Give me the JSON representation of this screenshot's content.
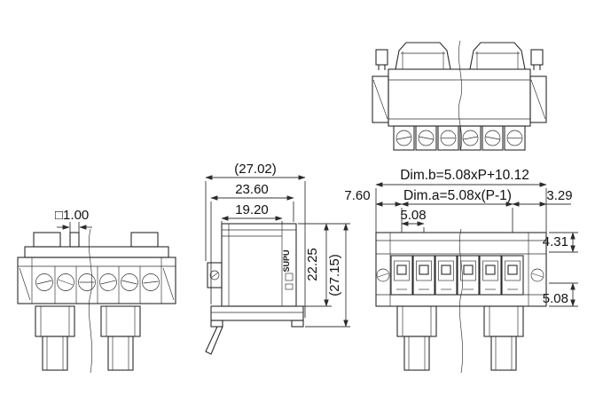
{
  "page": {
    "background": "#ffffff",
    "line_color": "#2b2b2b"
  },
  "views": {
    "front_left": {
      "dim_square_width": "□1.00"
    },
    "side": {
      "dim_overall_width": "(27.02)",
      "dim_width": "23.60",
      "dim_inner_width": "19.20",
      "dim_body_height": "22.25",
      "dim_overall_height": "(27.15)",
      "brand_label": "SUPU"
    },
    "front_right": {
      "dim_b_formula": "Dim.b=5.08xP+10.12",
      "dim_a_formula": "Dim.a=5.08x(P-1)",
      "dim_pitch": "5.08",
      "dim_left_margin": "7.60",
      "dim_right_margin": "3.29",
      "dim_top_height": "4.31",
      "dim_bottom_height": "5.08"
    }
  }
}
